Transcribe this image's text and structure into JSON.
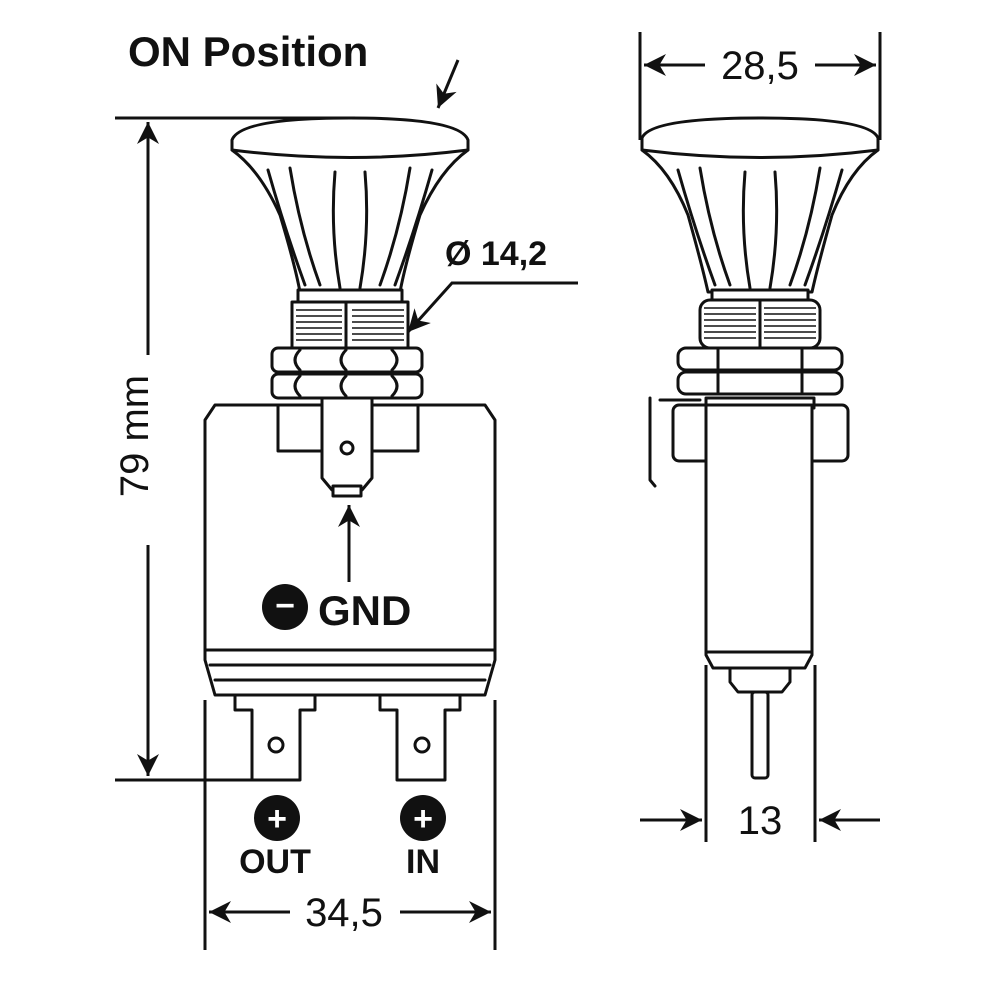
{
  "title": "ON Position",
  "dimensions": {
    "height": "79 mm",
    "diameter": "Ø 14,2",
    "width_front": "34,5",
    "width_side_top": "28,5",
    "width_side_body": "13"
  },
  "terminals": {
    "ground": {
      "symbol": "−",
      "label": "GND"
    },
    "out": {
      "symbol": "+",
      "label": "OUT"
    },
    "in": {
      "symbol": "+",
      "label": "IN"
    }
  },
  "colors": {
    "line": "#111111",
    "background": "#ffffff"
  }
}
